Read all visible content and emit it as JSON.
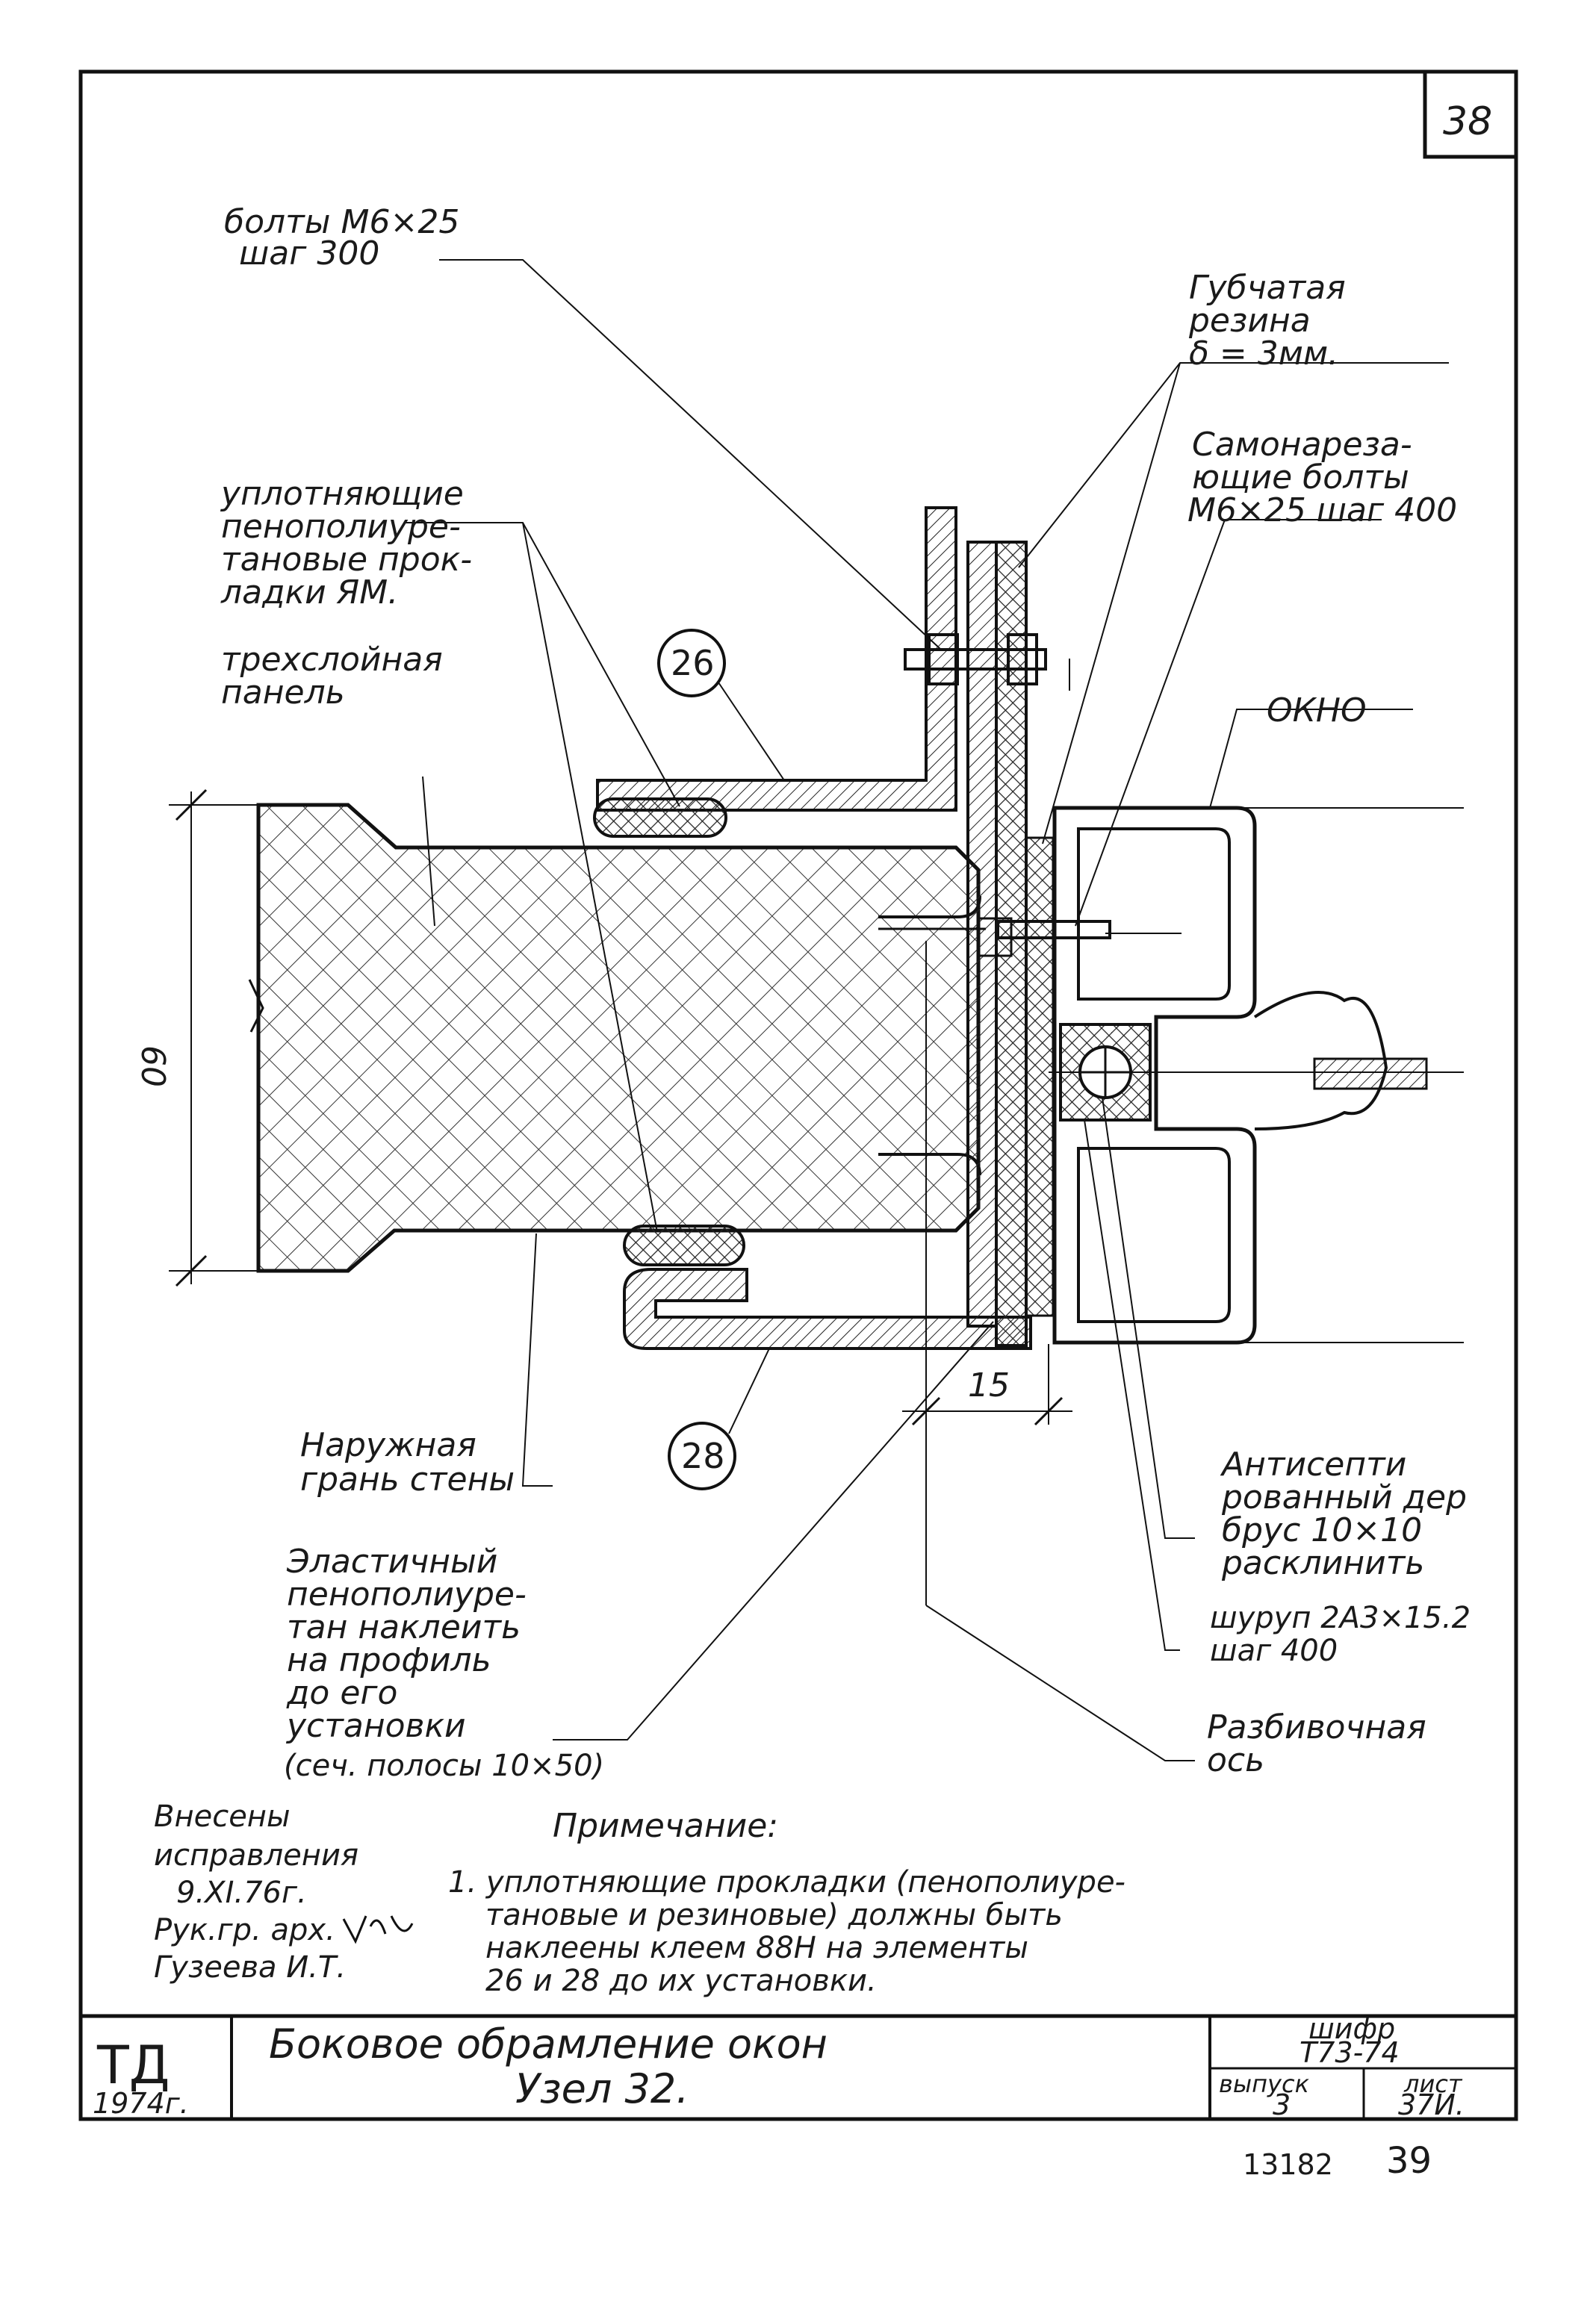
{
  "page_number": "38",
  "labels": {
    "bolts": [
      "болты М6×25",
      "шаг 300"
    ],
    "sponge_rubber": [
      "Губчатая",
      "резина",
      "δ = 3мм."
    ],
    "self_tapping_bolts": [
      "Самонареза-",
      "ющие болты",
      "М6×25 шаг 400"
    ],
    "sealing_gaskets": [
      "уплотняющие",
      "пенополиуре-",
      "тановые прок-",
      "ладки ЯМ."
    ],
    "sandwich_panel": [
      "трехслойная",
      "панель"
    ],
    "window": "ОКНО",
    "outer_face": [
      "Наружная",
      "грань стены"
    ],
    "elastic_foam": [
      "Эластичный",
      "пенополиуре-",
      "тан наклеить",
      "на профиль",
      "до его",
      "установки"
    ],
    "strip_section": "(сеч. полосы 10×50)",
    "antiseptic_bar": [
      "Антисепти",
      "рованный дер",
      "брус 10×10",
      "расклинить"
    ],
    "screw": [
      "шуруп 2А3×15.2",
      "шаг 400"
    ],
    "marking_axis": [
      "Разбивочная",
      "ось"
    ]
  },
  "callouts": [
    "26",
    "28"
  ],
  "dimensions": {
    "height": "60",
    "offset": "15"
  },
  "note": {
    "heading": "Примечание:",
    "lines": [
      "1. уплотняющие прокладки (пенополиуре-",
      "тановые и резиновые) должны быть",
      "наклеены клеем 88Н на элементы",
      "26 и 28 до их установки."
    ]
  },
  "corrections": [
    "Внесены",
    "исправления",
    "9.XI.76г.",
    "Рук.гр. арх.",
    "Гузеева И.Т."
  ],
  "title_block": {
    "org": "ТД",
    "year": "1974г.",
    "title_line1": "Боковое обрамление окон",
    "title_line2": "Узел 32.",
    "cipher_label": "шифр",
    "cipher_value": "Т73-74",
    "issue_label": "выпуск",
    "issue_value": "3",
    "sheet_label": "лист",
    "sheet_value": "37И."
  },
  "stamp": {
    "code": "13182",
    "page": "39"
  }
}
